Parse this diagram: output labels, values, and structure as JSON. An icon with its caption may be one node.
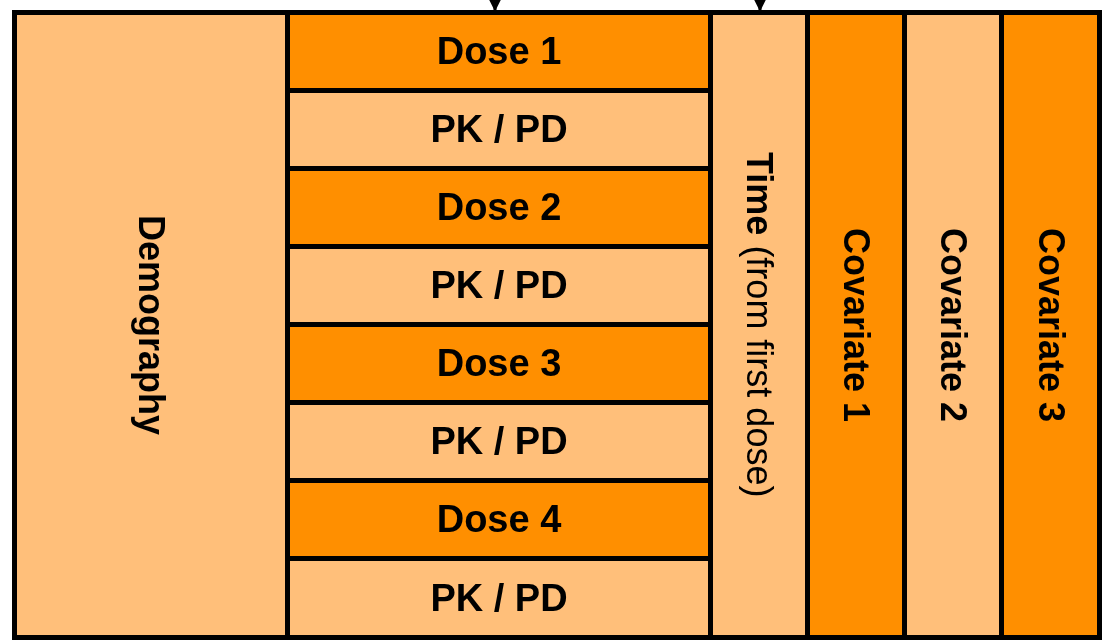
{
  "diagram": {
    "nodes": [
      {
        "text": [
          "Demography"
        ]
      },
      {
        "text": [
          "Dose 1"
        ]
      },
      {
        "text": [
          "PK / PD"
        ]
      },
      {
        "text": [
          "Dose 2"
        ]
      },
      {
        "text": [
          "PK / PD"
        ]
      },
      {
        "text": [
          "Dose 3"
        ]
      },
      {
        "text": [
          "PK / PD"
        ]
      },
      {
        "text": [
          "Dose 4"
        ]
      },
      {
        "text": [
          "PK / PD"
        ]
      },
      {
        "text": [
          "**Time** (from first dose)"
        ]
      },
      {
        "text": [
          "Covariate 1"
        ]
      },
      {
        "text": [
          "Covariate 2"
        ]
      },
      {
        "text": [
          "Covariate 3"
        ]
      }
    ],
    "edges": [
      {
        "from": null,
        "to": 1,
        "arrow": "to"
      },
      {
        "from": null,
        "to": 9,
        "arrow": "to"
      }
    ]
  }
}
